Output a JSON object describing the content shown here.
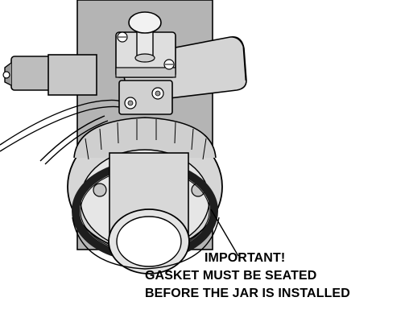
{
  "diagram": {
    "parts": {
      "column": "mounting-column",
      "plunger": "plunger-knob",
      "clamp": "clamp-block",
      "bracket": "side-bracket",
      "cable": "cable",
      "left_fitting": "cable-fitting",
      "lid": "jar-lid",
      "gasket": "gasket-ring",
      "tube": "center-tube"
    },
    "colors": {
      "column": "#b4b4b4",
      "metal_light": "#d8d8d8",
      "metal_mid": "#bcbcbc",
      "gasket": "#1e1e1e",
      "outline": "#000000"
    }
  },
  "caption": {
    "line1": "IMPORTANT!",
    "line2": "GASKET MUST BE SEATED",
    "line3": "BEFORE THE JAR IS INSTALLED"
  }
}
